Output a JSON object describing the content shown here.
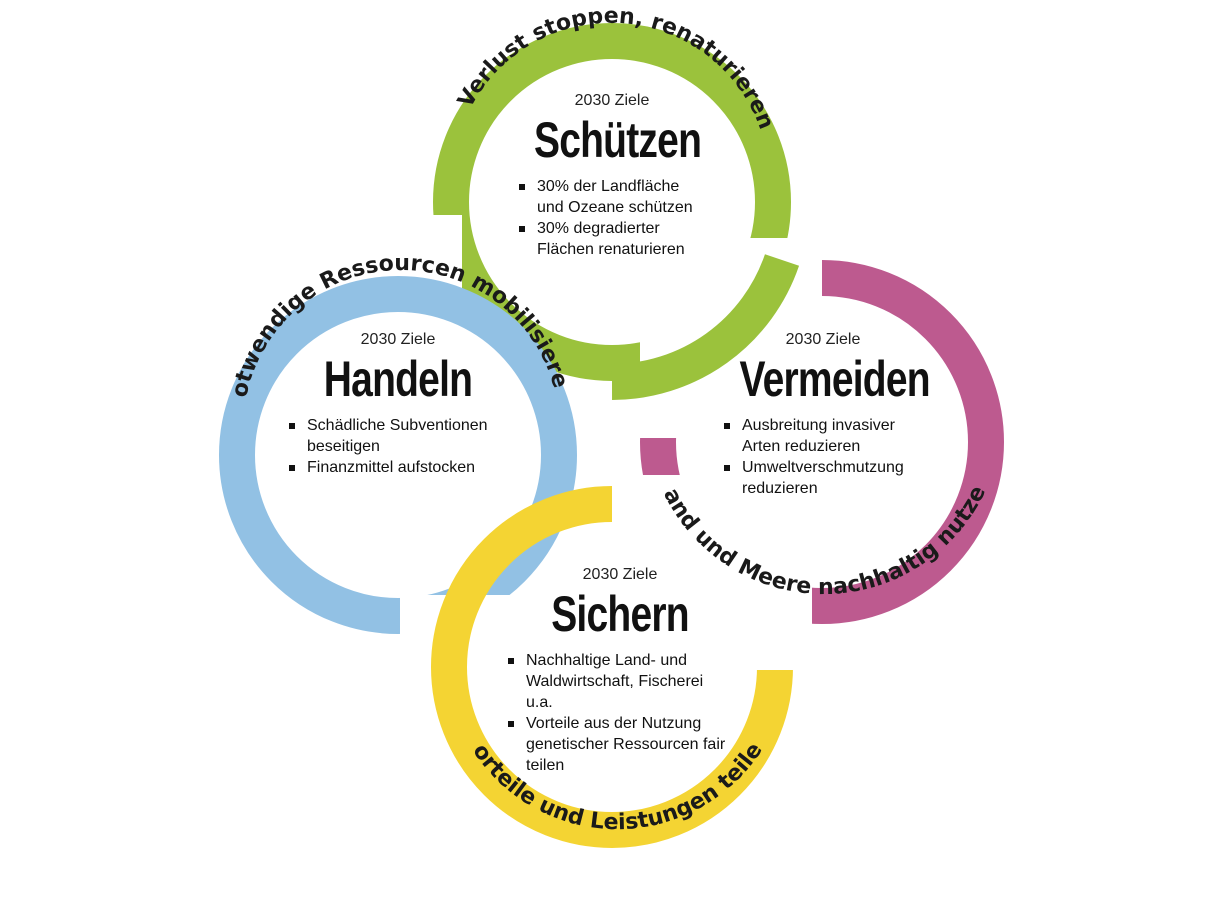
{
  "rings": [
    {
      "id": "schuetzen",
      "color": "#9bc23c",
      "label": "Verlust stoppen, renaturieren",
      "kicker": "2030 Ziele",
      "title": "Schützen",
      "goals": [
        "30% der Landfläche und Ozeane schützen",
        "30% degradierter Flächen renaturieren"
      ]
    },
    {
      "id": "handeln",
      "color": "#92c1e4",
      "label": "Notwendige Ressourcen mobilisieren",
      "kicker": "2030 Ziele",
      "title": "Handeln",
      "goals": [
        "Schädliche Subventionen beseitigen",
        "Finanzmittel aufstocken"
      ]
    },
    {
      "id": "vermeiden",
      "color": "#bd5a8f",
      "label": "Land und Meere nachhaltig nutzen",
      "kicker": "2030 Ziele",
      "title": "Vermeiden",
      "goals": [
        "Ausbreitung invasiver Arten reduzieren",
        "Umweltverschmutzung reduzieren"
      ]
    },
    {
      "id": "sichern",
      "color": "#f4d433",
      "label": "Vorteile und Leistungen teilen",
      "kicker": "2030 Ziele",
      "title": "Sichern",
      "goals": [
        "Nachhaltige Land- und Waldwirtschaft, Fischerei u.a.",
        "Vorteile aus der Nutzung genetischer Ressourcen fair teilen"
      ]
    }
  ]
}
